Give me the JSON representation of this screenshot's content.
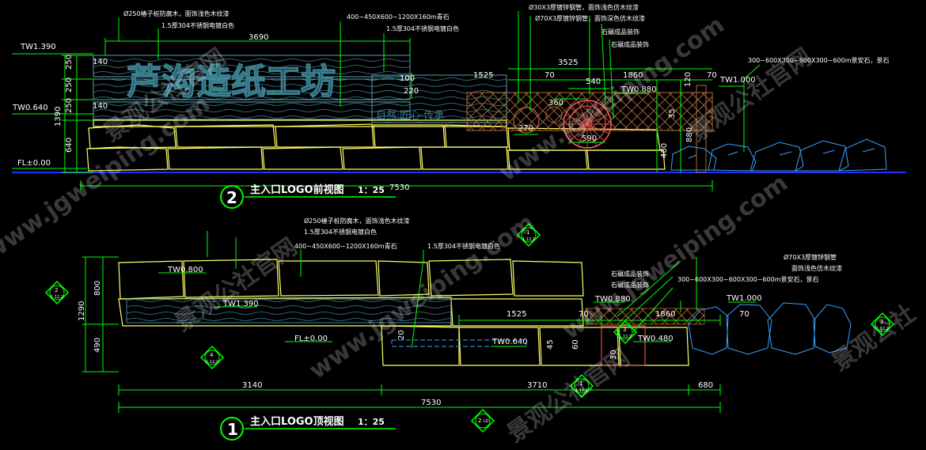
{
  "colors": {
    "background": "#000000",
    "dimension": "#00ff00",
    "stone_outline": "#ffff66",
    "blue_stone": "#3aa0ff",
    "logo_text": "#3a7f8f",
    "gear": "#ff5a5a",
    "trellis": "#b06a3a",
    "ground": "#2030ff"
  },
  "front_view": {
    "title": "主入口LOGO前视图",
    "scale": "1：25",
    "number": "2",
    "logo_text": "芦沟造纸工坊",
    "sub_logo": "自然·匠心·传承",
    "levels": {
      "tw1390": "TW1.390",
      "tw0640": "TW0.640",
      "fl": "FL±0.00",
      "tw0880": "TW0.880",
      "tw1000": "TW1.000"
    },
    "left_dims": [
      "250",
      "250",
      "250",
      "1390",
      "640"
    ],
    "dims": {
      "d140a": "140",
      "d140b": "140",
      "d3690": "3690",
      "d100": "100",
      "d220": "220",
      "d3525": "3525",
      "d1525": "1525",
      "d70a": "70",
      "d540": "540",
      "d1860": "1860",
      "d70b": "70",
      "d120": "120",
      "d360": "360",
      "d270": "270",
      "d590": "590",
      "d35": "35",
      "d480": "480",
      "d880": "880",
      "d7530": "7530"
    },
    "notes": {
      "n1": "Ø250椿子桩防腐木，面饰浅色木纹漆",
      "n2": "1.5厚304不锈钢电镀白色",
      "n3": "400~450X600~1200X160m青石",
      "n4": "1.5厚304不锈钢电镀白色",
      "n5": "Ø30X3厚镀锌钢管，面饰浅色仿木纹漆",
      "n6": "Ø70X3厚镀锌钢管，面饰深色仿木纹漆",
      "n7": "石碾成品装饰",
      "n8": "石碾成品装饰",
      "n9": "300~600X300~600X300~600m景安石，景石"
    }
  },
  "top_view": {
    "title": "主入口LOGO顶视图",
    "scale": "1：25",
    "number": "1",
    "levels": {
      "tw0800": "TW0.800",
      "tw1390": "TW1.390",
      "fl": "FL±0.00",
      "tw0640": "TW0.640",
      "tw0880": "TW0.880",
      "tw1000": "TW1.000",
      "tw0480": "TW0.480"
    },
    "left_dims": [
      "800",
      "1290",
      "490"
    ],
    "dims": {
      "d1525": "1525",
      "d70a": "70",
      "d1860": "1860",
      "d70b": "70",
      "d20": "20",
      "d45": "45",
      "d60": "60",
      "d30": "30",
      "d3140": "3140",
      "d3710": "3710",
      "d680": "680",
      "d7530": "7530"
    },
    "notes": {
      "n1": "Ø250椿子桩防腐木，面饰浅色木纹漆",
      "n2": "1.5厚304不锈钢电镀白色",
      "n3": "400~450X600~1200X160m青石",
      "n4": "1.5厚304不锈钢电镀白色",
      "n5": "Ø70X3厚镀锌钢管",
      "n6": "面饰浅色仿木纹漆",
      "n7": "石碾成品装饰",
      "n8": "石碾成品装饰",
      "n9": "300~600X300~600X300~600m景安石，景石"
    }
  },
  "section_markers": {
    "m1": {
      "top": "2",
      "bottom": "1.12.2"
    },
    "m2": {
      "top": "1",
      "bottom": "1.12.2"
    },
    "m3": {
      "top": "4",
      "bottom": "1.12.2"
    },
    "m4": {
      "top": "2",
      "bottom": "1.12.2"
    },
    "m5": {
      "top": "1",
      "bottom": "1.12.2"
    },
    "m6": {
      "top": "3",
      "bottom": "1.12.2"
    },
    "m7": {
      "top": "2",
      "bottom": "LD"
    }
  },
  "watermarks": {
    "w1": "www.jgweiping.com",
    "w2": "景观公社官网",
    "w3": "www.jgweiping.com",
    "w4": "景观公社官网",
    "w5": "www.jgweiping.com",
    "w6": "景观公社官网",
    "w7": "www.jgweiping.com",
    "w8": "景观公社",
    "w9": "景观公社官网"
  }
}
